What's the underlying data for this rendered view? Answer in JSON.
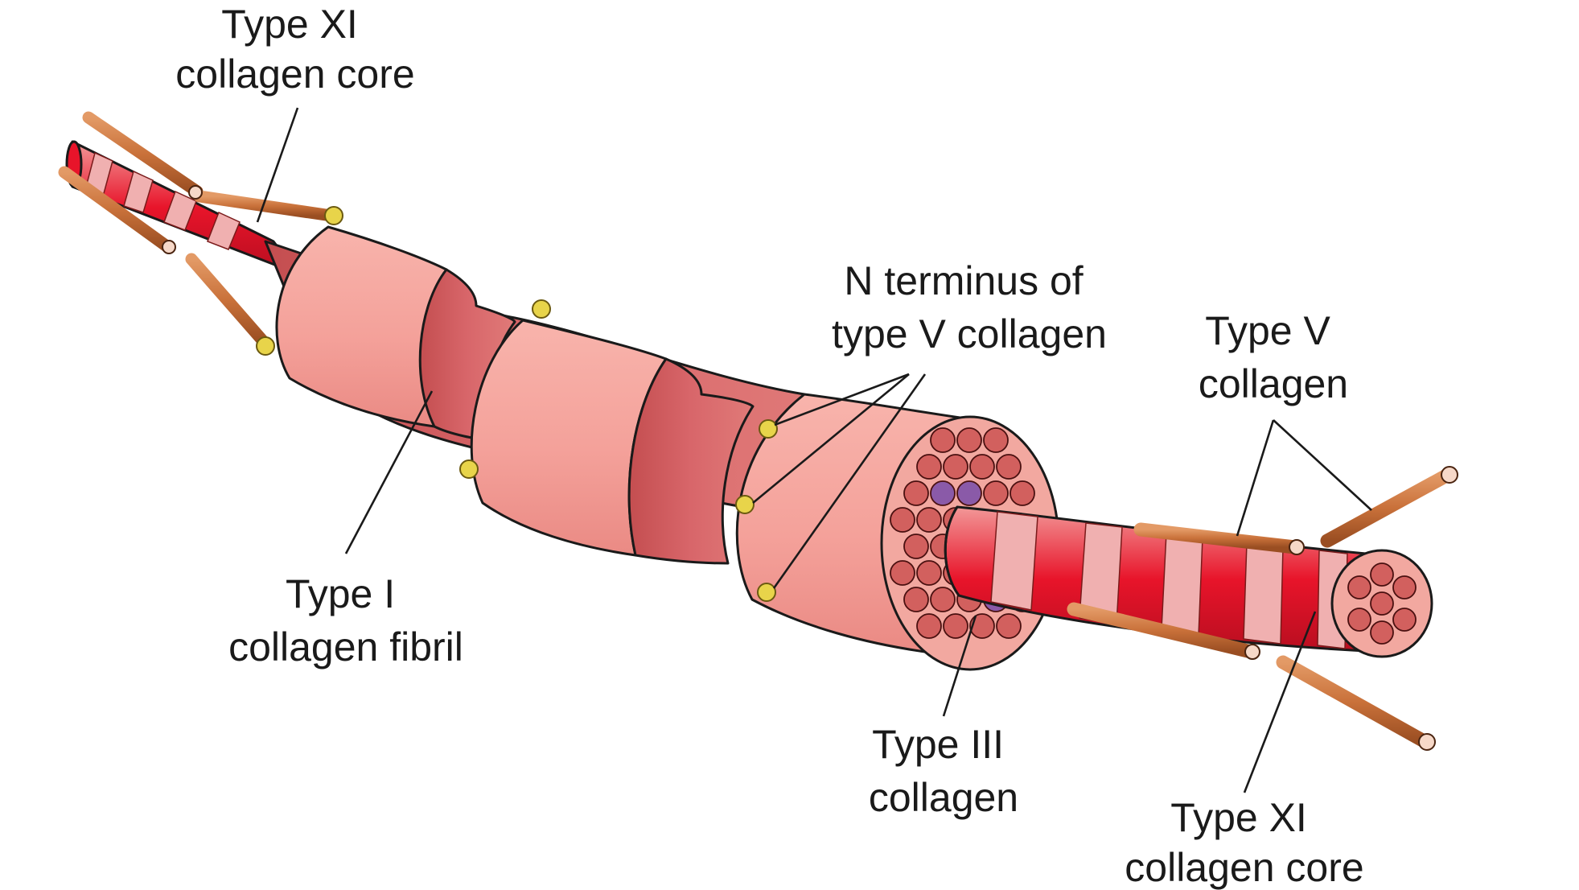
{
  "labels": {
    "type_xi_core_top": [
      "Type XI",
      "collagen core"
    ],
    "type_i_fibril": [
      "Type I",
      "collagen fibril"
    ],
    "n_terminus": [
      "N terminus of",
      "type V collagen"
    ],
    "type_v": [
      "Type V",
      "collagen"
    ],
    "type_iii": [
      "Type III",
      "collagen"
    ],
    "type_xi_core_bottom": [
      "Type XI",
      "collagen core"
    ]
  },
  "colors": {
    "fibril_light": "#f4a19a",
    "fibril_mid": "#e88880",
    "fibril_dark": "#d2605e",
    "core_red": "#e8142a",
    "core_pale": "#f0a0a0",
    "rod": "#c9713a",
    "knob": "#e8d44a",
    "type_iii": "#8a5aa8",
    "outline": "#1a1a1a"
  }
}
